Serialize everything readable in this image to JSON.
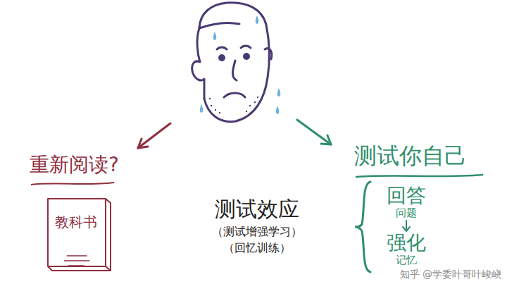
{
  "diagram": {
    "nodes": [
      {
        "text": [
          "教科书"
        ]
      }
    ],
    "labels": [
      "重新阅读?",
      "测试你自己",
      "测试效应",
      "（测试增强学习）",
      "（回忆训练）",
      "回答",
      "问题",
      "强化",
      "记忆",
      "知乎 @学委叶哥叶峻峣"
    ]
  }
}
